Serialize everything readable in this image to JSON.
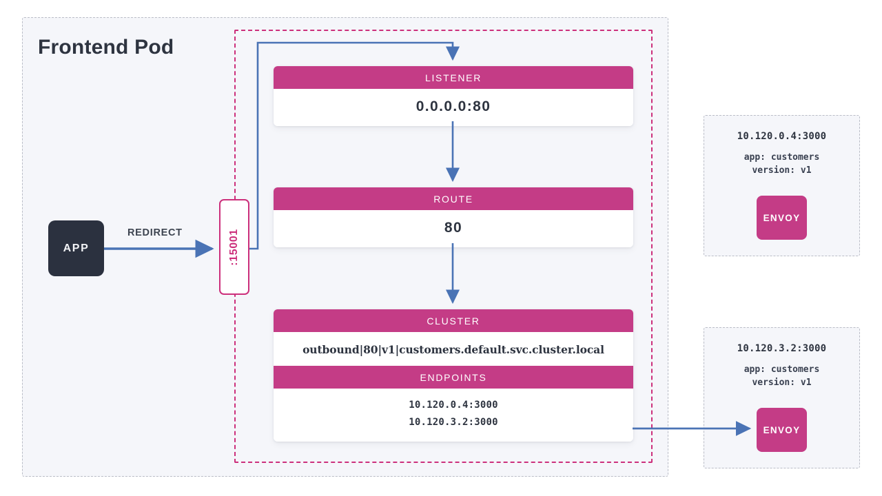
{
  "diagram": {
    "title": "Frontend Pod",
    "accent_magenta": "#c43c86",
    "accent_magenta_dash": "#cc2f7b",
    "accent_blue": "#4a73b5",
    "app_dark": "#2b313f",
    "surface": "#f5f6fa"
  },
  "app": {
    "label": "APP"
  },
  "redirect": {
    "label": "REDIRECT"
  },
  "port_box": {
    "label": ":15001"
  },
  "listener": {
    "header": "LISTENER",
    "value": "0.0.0.0:80"
  },
  "route": {
    "header": "ROUTE",
    "value": "80"
  },
  "cluster": {
    "header": "CLUSTER",
    "value": "outbound|80|v1|customers.default.svc.cluster.local",
    "endpoints_header": "ENDPOINTS",
    "endpoints": [
      "10.120.0.4:3000",
      "10.120.3.2:3000"
    ]
  },
  "pods": [
    {
      "address": "10.120.0.4:3000",
      "label_app": "app: customers",
      "label_version": "version: v1",
      "sidecar": "ENVOY"
    },
    {
      "address": "10.120.3.2:3000",
      "label_app": "app: customers",
      "label_version": "version: v1",
      "sidecar": "ENVOY"
    }
  ]
}
